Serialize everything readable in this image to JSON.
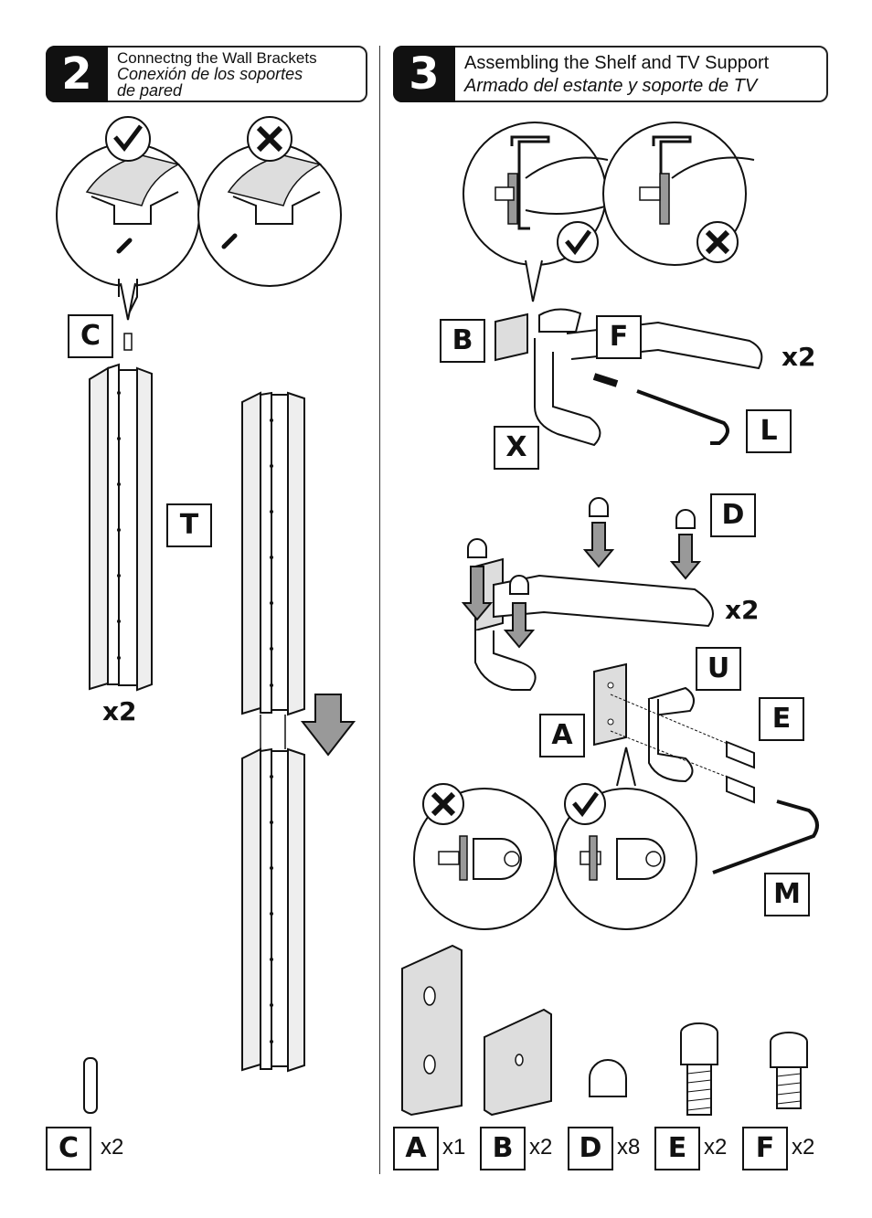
{
  "step2": {
    "number": "2",
    "title_en": "Connectng the Wall Brackets",
    "title_es_line1": "Conexión de los soportes",
    "title_es_line2": "de pared",
    "label_c": "C",
    "label_t": "T",
    "multiplier": "x2",
    "parts": [
      {
        "label": "C",
        "qty": "x2"
      }
    ]
  },
  "step3": {
    "number": "3",
    "title_en": "Assembling the Shelf and TV Support",
    "title_es": "Armado del estante y soporte de TV",
    "labels": {
      "b": "B",
      "f": "F",
      "x": "X",
      "l": "L",
      "d": "D",
      "u": "U",
      "a": "A",
      "e": "E",
      "m": "M"
    },
    "multiplier_top": "x2",
    "multiplier_mid": "x2",
    "parts": [
      {
        "label": "A",
        "qty": "x1"
      },
      {
        "label": "B",
        "qty": "x2"
      },
      {
        "label": "D",
        "qty": "x8"
      },
      {
        "label": "E",
        "qty": "x2"
      },
      {
        "label": "F",
        "qty": "x2"
      }
    ]
  },
  "icons": [
    "check-icon",
    "cross-icon",
    "arrow-down-icon"
  ]
}
